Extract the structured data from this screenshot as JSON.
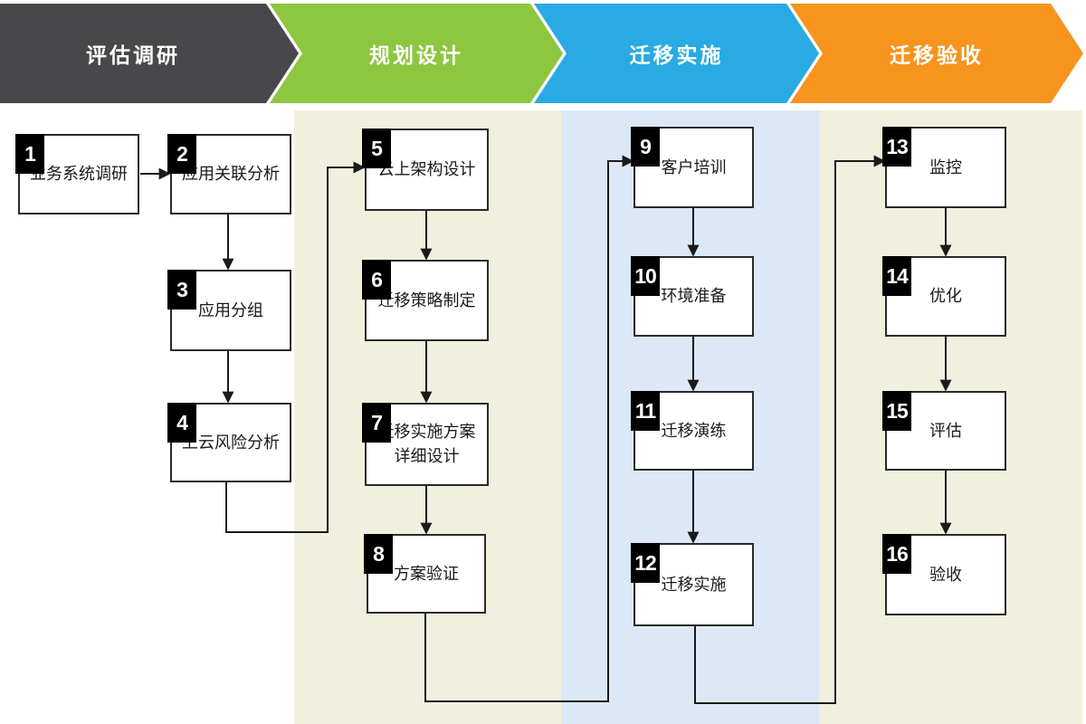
{
  "phases": [
    {
      "label": "评估调研",
      "arrow_color": "#48484a",
      "band_color": null,
      "steps": [
        {
          "num": "1",
          "label": "业务系统调研"
        },
        {
          "num": "2",
          "label": "应用关联分析"
        },
        {
          "num": "3",
          "label": "应用分组"
        },
        {
          "num": "4",
          "label": "上云风险分析"
        }
      ]
    },
    {
      "label": "规划设计",
      "arrow_color": "#8dc63f",
      "band_color": "#f1f0df",
      "steps": [
        {
          "num": "5",
          "label": "云上架构设计"
        },
        {
          "num": "6",
          "label": "迁移策略制定"
        },
        {
          "num": "7",
          "label": "迁移实施方案\n详细设计"
        },
        {
          "num": "8",
          "label": "方案验证"
        }
      ]
    },
    {
      "label": "迁移实施",
      "arrow_color": "#29aae2",
      "band_color": "#dce8f5",
      "steps": [
        {
          "num": "9",
          "label": "客户培训"
        },
        {
          "num": "10",
          "label": "环境准备"
        },
        {
          "num": "11",
          "label": "迁移演练"
        },
        {
          "num": "12",
          "label": "迁移实施"
        }
      ]
    },
    {
      "label": "迁移验收",
      "arrow_color": "#f7941e",
      "band_color": "#f1f0df",
      "steps": [
        {
          "num": "13",
          "label": "监控"
        },
        {
          "num": "14",
          "label": "优化"
        },
        {
          "num": "15",
          "label": "评估"
        },
        {
          "num": "16",
          "label": "验收"
        }
      ]
    }
  ],
  "edges": [
    "1→2",
    "2→3",
    "3→4",
    "4→5",
    "5→6",
    "6→7",
    "7→8",
    "8→9",
    "9→10",
    "10→11",
    "11→12",
    "12→13",
    "13→14",
    "14→15",
    "15→16"
  ],
  "line_color": "#1a1a1a"
}
